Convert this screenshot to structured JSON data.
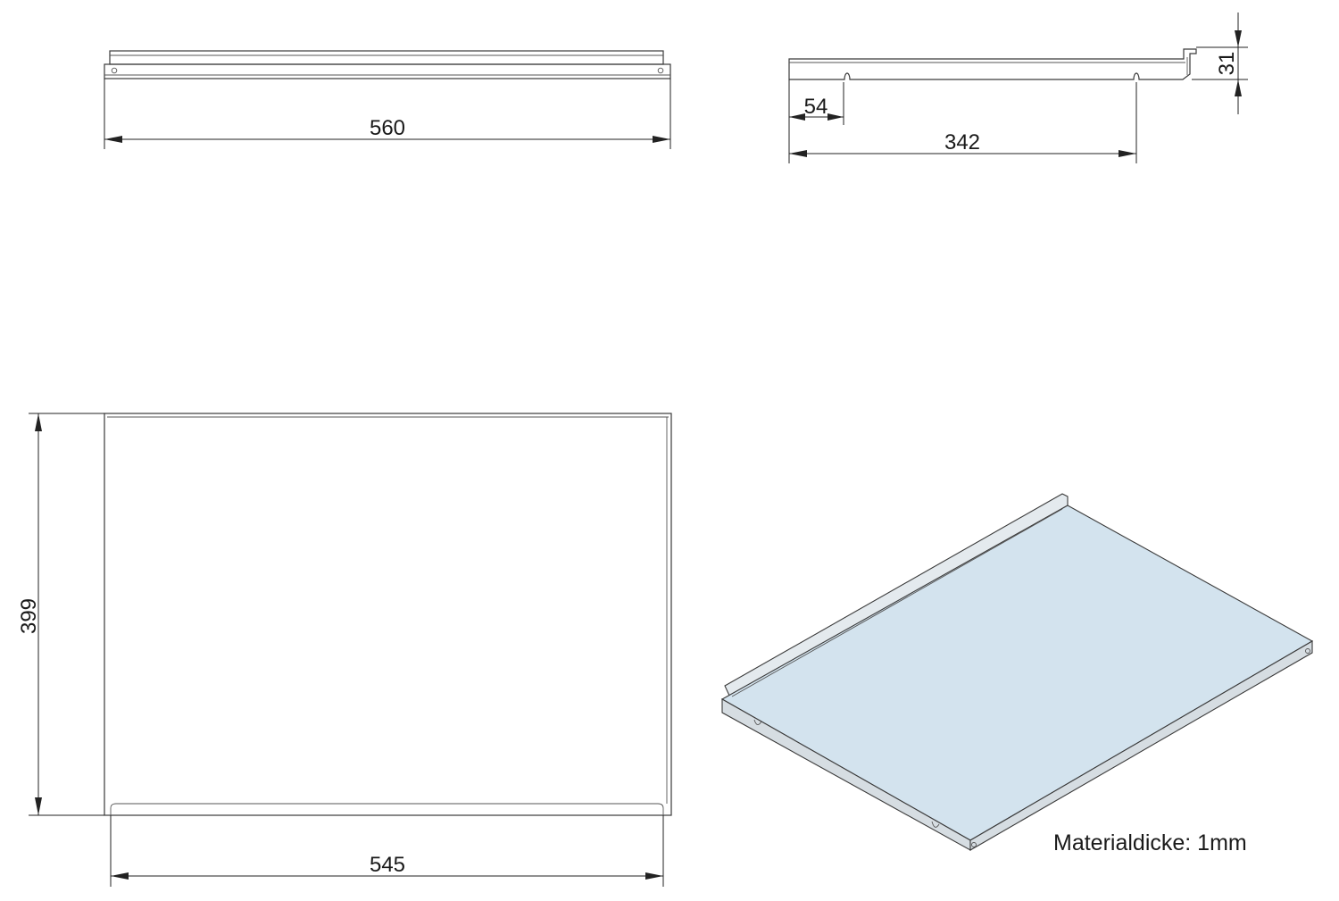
{
  "dimensions": {
    "front_width": "560",
    "side_depth_overall": "342",
    "side_notch_offset": "54",
    "side_height": "31",
    "top_depth": "399",
    "top_width": "545"
  },
  "note": {
    "material_thickness": "Materialdicke: 1mm"
  },
  "colors": {
    "panel_face": "#d3e3ee",
    "line": "#3a3a3a"
  }
}
